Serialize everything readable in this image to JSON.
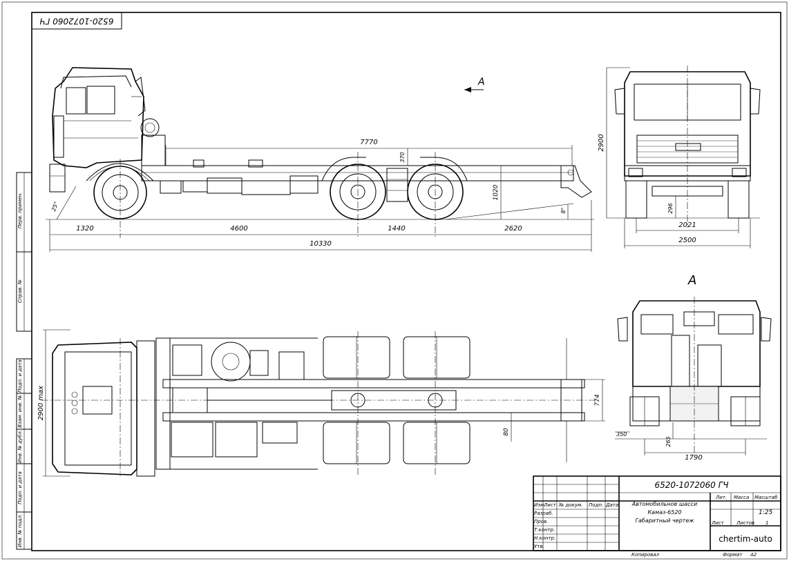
{
  "stamp": {
    "code_mirrored": "6520-1072060 ГЧ"
  },
  "views": {
    "side": {
      "length_upper": "7770",
      "dim_370": "370",
      "dim_1020": "1020",
      "angle_25": "25°",
      "angle_8": "8°",
      "seg_1320": "1320",
      "seg_4600": "4600",
      "seg_1440": "1440",
      "seg_2620": "2620",
      "total_length": "10330",
      "view_arrow": "A"
    },
    "front": {
      "height_2900": "2900",
      "dim_296": "296",
      "track_2021": "2021",
      "width_2500": "2500"
    },
    "rear": {
      "view_label": "A",
      "dim_350": "350",
      "dim_265": "265",
      "track_1790": "1790"
    },
    "top": {
      "width_max": "2900 max",
      "frame_774": "774",
      "dim_80": "80"
    }
  },
  "side_strip": {
    "labels": [
      "Перв. примен.",
      "Справ. №",
      "Подп. и дата",
      "Взам. инв. №",
      "Инв. № дубл.",
      "Подп. и дата",
      "Инв. № подл."
    ]
  },
  "title_block": {
    "doc_code": "6520-1072060 ГЧ",
    "name_line1": "Автомобильное шасси",
    "name_line2": "Камаз-6520",
    "name_line3": "Габаритный чертеж",
    "col_lit": "Лит.",
    "col_mass": "Масса",
    "col_scale": "Масштаб",
    "scale_value": "1:25",
    "sheet_label": "Лист",
    "sheets_label": "Листов",
    "sheets_value": "1",
    "company": "chertim-auto",
    "hdr_izm": "Изм.",
    "hdr_list": "Лист",
    "hdr_docum": "№ докум.",
    "hdr_podp": "Подп.",
    "hdr_data": "Дата",
    "row_razrab": "Разраб.",
    "row_prov": "Пров.",
    "row_tkontr": "Т.контр.",
    "row_nkontr": "Н.контр.",
    "row_utv": "Утв.",
    "copied": "Копировал",
    "format_label": "Формат",
    "format_value": "A2"
  }
}
